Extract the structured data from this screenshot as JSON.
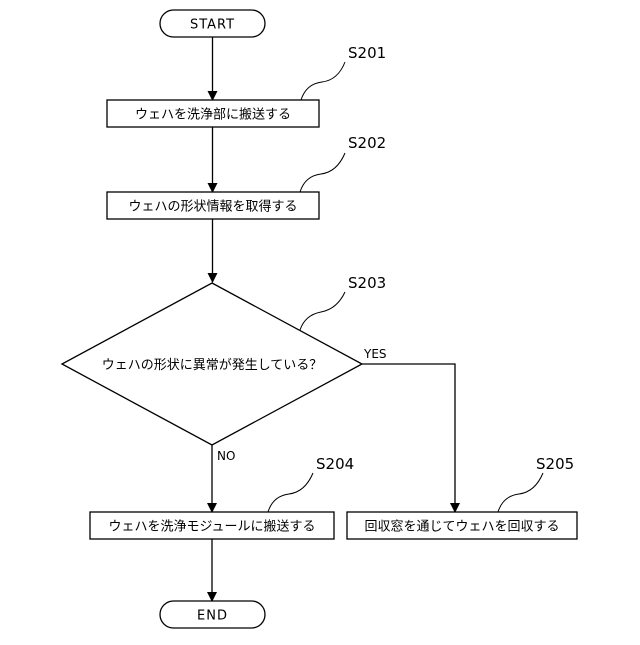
{
  "flowchart": {
    "start": "START",
    "end": "END",
    "steps": [
      {
        "id": "S201",
        "text": "ウェハを洗浄部に搬送する"
      },
      {
        "id": "S202",
        "text": "ウェハの形状情報を取得する"
      },
      {
        "id": "S203",
        "text": "ウェハの形状に異常が発生している？"
      },
      {
        "id": "S204",
        "text": "ウェハを洗浄モジュールに搬送する"
      },
      {
        "id": "S205",
        "text": "回収窓を通じてウェハを回収する"
      }
    ],
    "branches": {
      "yes": "YES",
      "no": "NO"
    }
  }
}
